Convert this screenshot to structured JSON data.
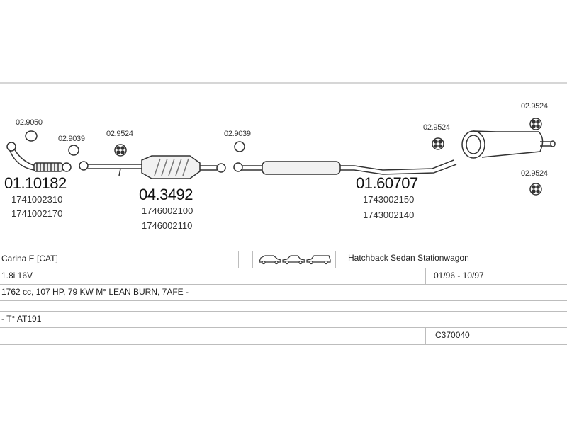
{
  "parts": {
    "gasket_a": "02.9050",
    "gasket_b": "02.9039",
    "gasket_c": "02.9524",
    "gasket_d": "02.9039",
    "gasket_e": "02.9524",
    "gasket_f": "02.9524",
    "gasket_g": "02.9524",
    "front_pipe": {
      "number": "01.10182",
      "refs": [
        "1741002310",
        "1741002170"
      ]
    },
    "catalyst": {
      "number": "04.3492",
      "refs": [
        "1746002100",
        "1746002110"
      ]
    },
    "rear_section": {
      "number": "01.60707",
      "refs": [
        "1743002150",
        "1743002140"
      ]
    }
  },
  "vehicle": {
    "model": "Carina E  [CAT]",
    "body_types": "Hatchback Sedan Stationwagon",
    "engine": "1.8i 16V",
    "period": "01/96 - 10/97",
    "spec": "1762 cc, 107 HP, 79 KW M° LEAN BURN, 7AFE -",
    "chassis": "- T° AT191",
    "code": "C370040"
  },
  "icons": [
    "hatchback-car-icon",
    "sedan-car-icon",
    "stationwagon-car-icon"
  ]
}
